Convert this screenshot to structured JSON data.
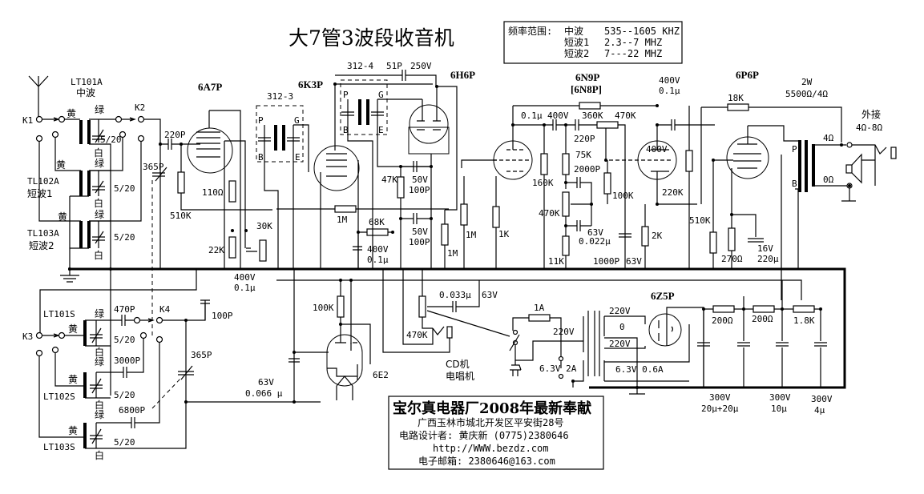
{
  "title": "大7管3波段收音机",
  "frequency_box": {
    "heading": "频率范围:",
    "bands": [
      {
        "name": "中波",
        "range": "535--1605 KHZ"
      },
      {
        "name": "短波1",
        "range": "2.3--7 MHZ"
      },
      {
        "name": "短波2",
        "range": "7---22 MHZ"
      }
    ]
  },
  "tubes": {
    "mixer": "6A7P",
    "if_amp": "6K3P",
    "detector": "6H6P",
    "preamp": "6N9P",
    "preamp_alt": "[6N8P]",
    "output": "6P6P",
    "rectifier": "6Z5P",
    "tuning_eye": "6E2"
  },
  "ant_coils": {
    "lt101a": "LT101A",
    "lt101a_band": "中波",
    "tl102a": "TL102A",
    "tl102a_band": "短波1",
    "tl103a": "TL103A",
    "tl103a_band": "短波2",
    "yellow": "黄",
    "green": "绿",
    "white": "白",
    "trimmer": "5/20"
  },
  "osc_coils": {
    "lt101s": "LT101S",
    "lt102s": "LT102S",
    "lt103s": "LT103S"
  },
  "switches": {
    "k1": "K1",
    "k2": "K2",
    "k3": "K3",
    "k4": "K4"
  },
  "transformers": {
    "ift1": "312-3",
    "ift2": "312-4",
    "p": "P",
    "g": "G",
    "b": "B",
    "e": "E"
  },
  "components": {
    "c_220p": "220P",
    "c_365p_ant": "365P",
    "r_510k_mix": "510K",
    "r_110": "110Ω",
    "r_22k": "22K",
    "r_30k": "30K",
    "c_400v_01_a": "400V",
    "c_400v_01_a2": "0.1μ",
    "c_100p_osc": "100P",
    "c_470p": "470P",
    "c_3000p": "3000P",
    "c_6800p": "6800P",
    "c_365p_osc": "365P",
    "r_100k_eye": "100K",
    "c_63v": "63V",
    "c_0066": "0.066 μ",
    "c_51p": "51P",
    "c_250v": "250V",
    "r_1m_a": "1M",
    "r_68k": "68K",
    "c_400v_b": "400V",
    "c_01_b": "0.1μ",
    "r_47k": "47K",
    "c_50v_a": "50V",
    "c_100p_a": "100P",
    "c_50v_b": "50V",
    "c_100p_b": "100P",
    "r_1m_b": "1M",
    "r_1m_c": "1M",
    "r_1k": "1K",
    "c_01_c": "0.1μ",
    "c_400v_c": "400V",
    "r_360k": "360K",
    "r_470k_vol": "470K",
    "c_220p_tone": "220P",
    "r_75k": "75K",
    "c_2000p": "2000P",
    "r_160k": "160K",
    "r_470k_tone": "470K",
    "c_63v_tone": "63V",
    "c_0022": "0.022μ",
    "r_11k": "11K",
    "r_100k_tone": "100K",
    "c_1000p": "1000P",
    "c_63v_1000p": "63V",
    "r_2k": "2K",
    "r_220k": "220K",
    "c_400v_d": "400V",
    "c_01_d": "0.1μ",
    "r_18k": "18K",
    "r_510k_out": "510K",
    "r_270": "270Ω",
    "c_16v": "16V",
    "c_220u": "220μ",
    "out_xfmr_power": "2W",
    "out_xfmr_ratio": "5500Ω/4Ω",
    "sec_4ohm": "4Ω",
    "sec_0ohm": "0Ω",
    "ext_label": "外接",
    "ext_imp": "4Ω-8Ω",
    "c_0033": "0.033μ",
    "c_63v_vol": "63V",
    "r_470k_vol2": "470K",
    "cd_label": "CD机",
    "phono_label": "电唱机",
    "fuse": "1A",
    "pri_220": "220V",
    "sec_220a": "220V",
    "sec_0": "0",
    "sec_220b": "220V",
    "fil_63": "6.3V 2A",
    "fil_rect": "6.3V 0.6A",
    "r_200_a": "200Ω",
    "r_200_b": "200Ω",
    "r_18k_psu": "1.8K",
    "c_psu_a_v": "300V",
    "c_psu_a": "20μ+20μ",
    "c_psu_b_v": "300V",
    "c_psu_b": "10μ",
    "c_psu_c_v": "300V",
    "c_psu_c": "4μ"
  },
  "credits": {
    "line1": "宝尔真电器厂2008年最新奉献",
    "line2": "广西玉林市城北开发区平安街28号",
    "line3": "电路设计者: 黄庆新    (0775)2380646",
    "line4": "http://WWW.bezdz.com",
    "line5": "电子邮箱: 2380646@163.com"
  }
}
